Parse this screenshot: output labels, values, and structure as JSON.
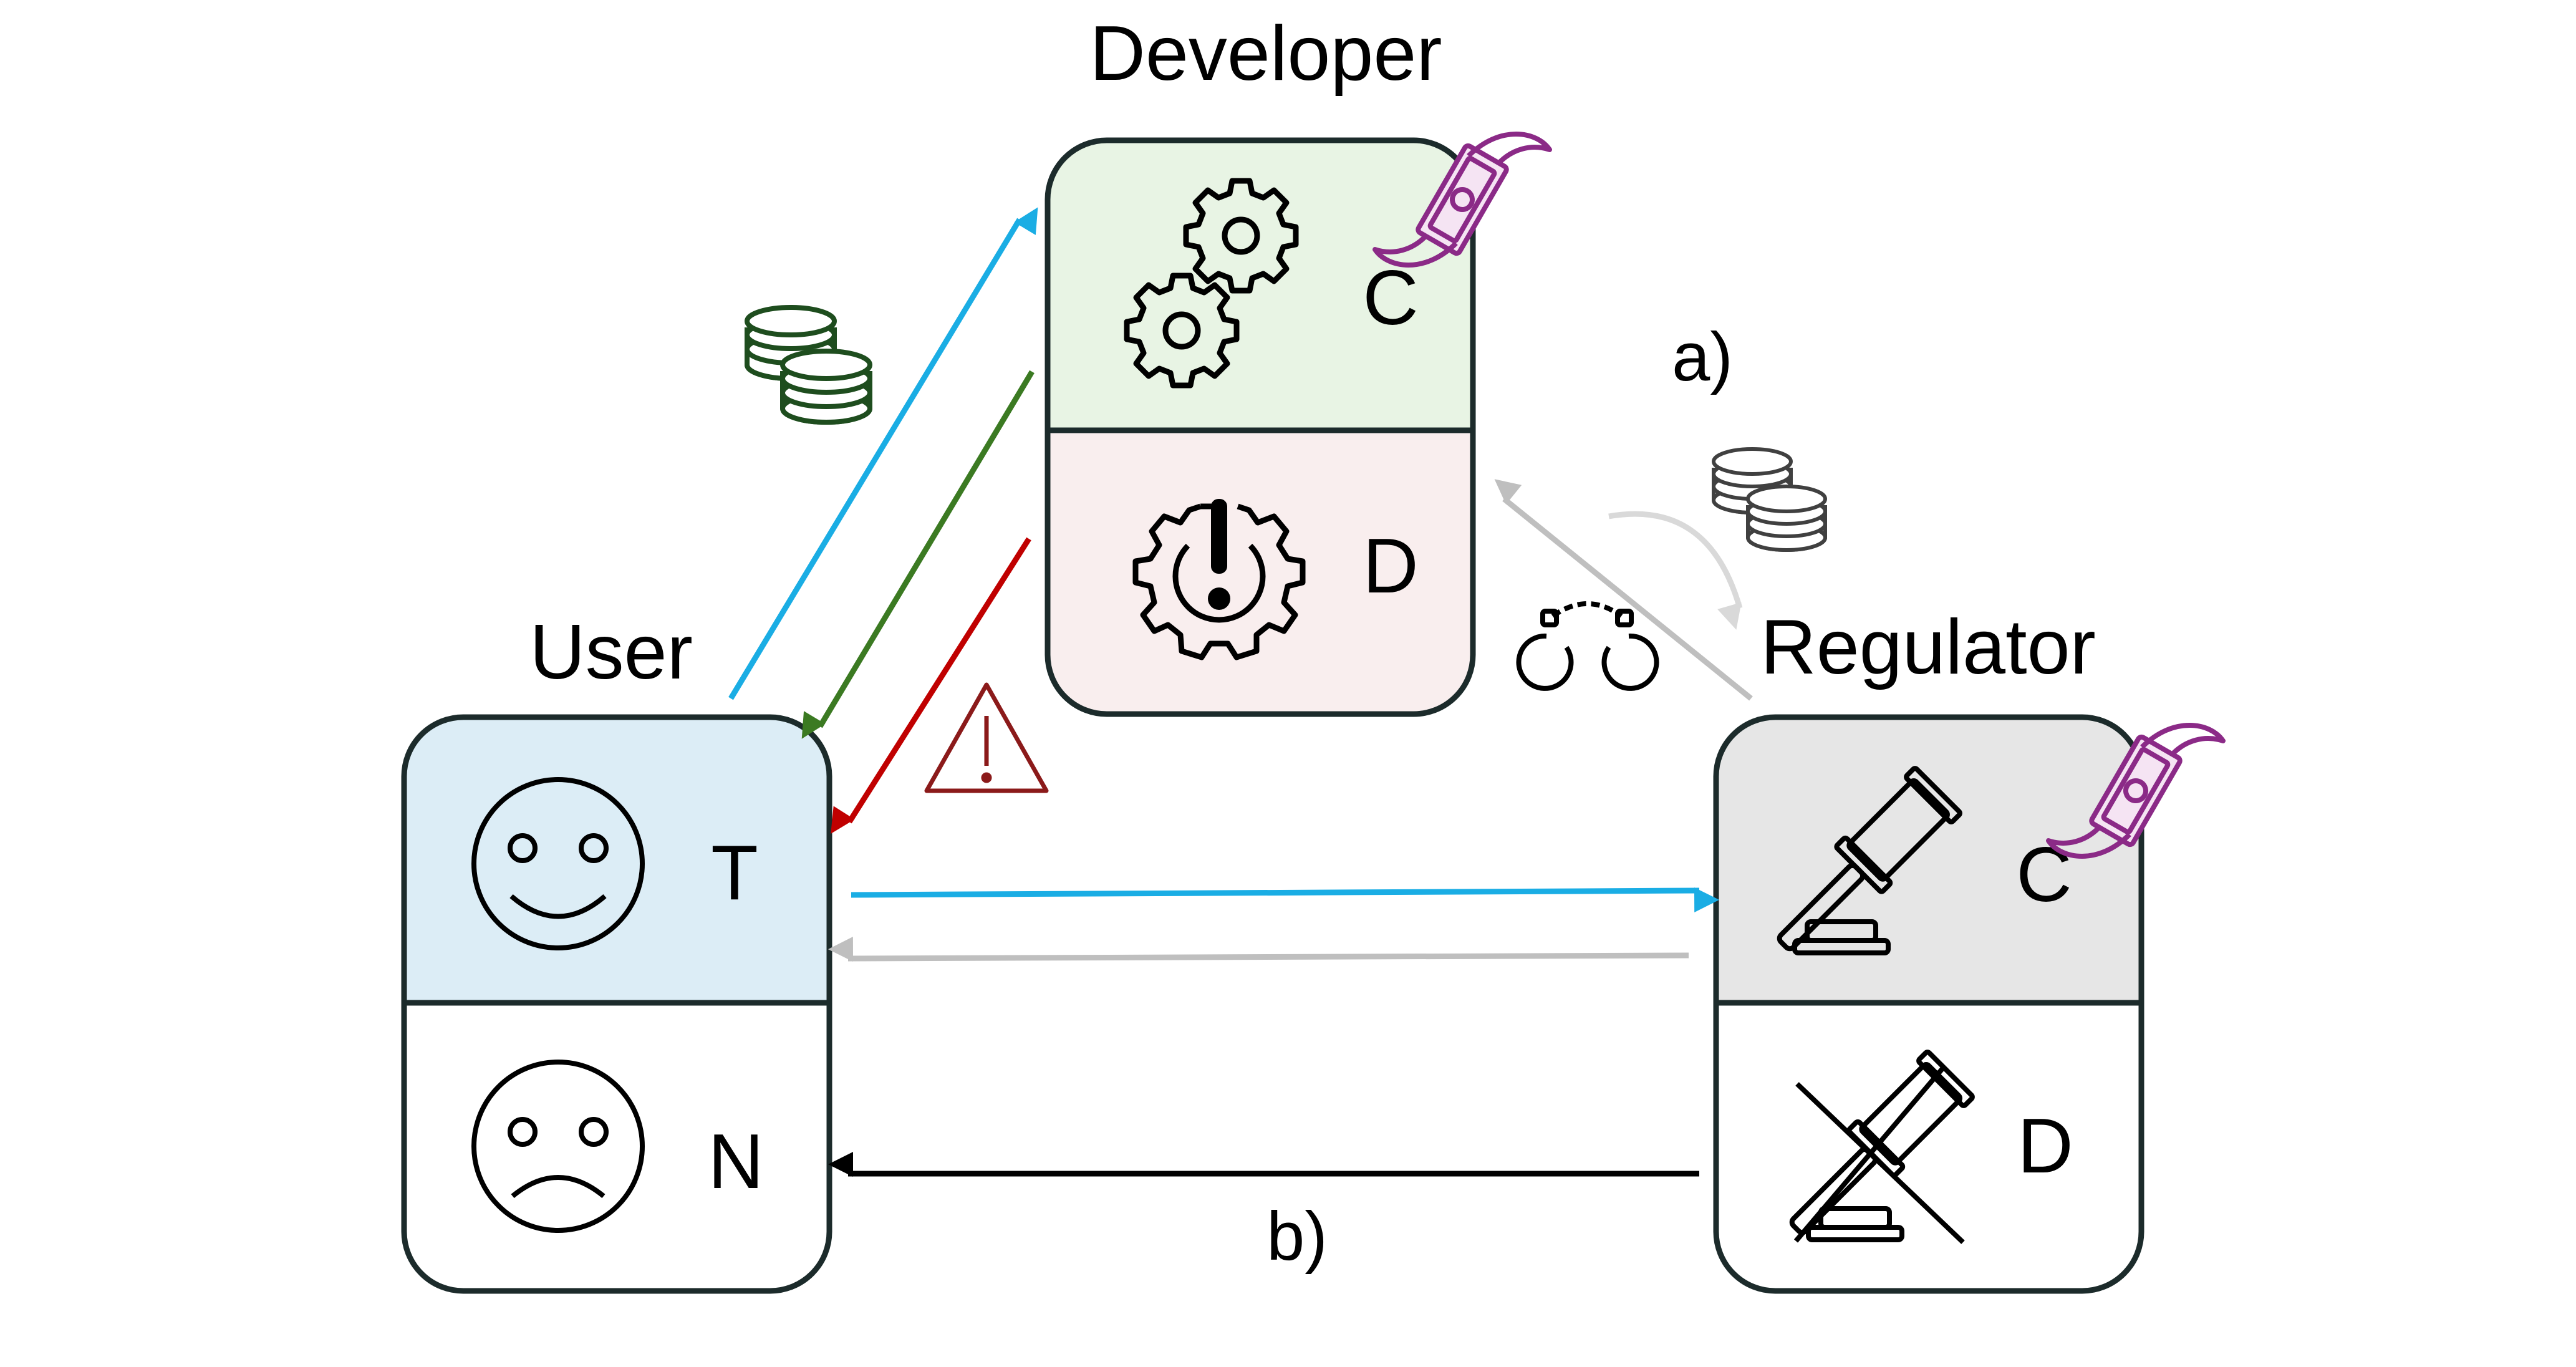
{
  "developer": {
    "title": "Developer",
    "strategies": [
      {
        "label": "C",
        "icon": "gears-icon"
      },
      {
        "label": "D",
        "icon": "faulty-gear-icon"
      }
    ],
    "badge": "flying-money-icon"
  },
  "user": {
    "title": "User",
    "strategies": [
      {
        "label": "T",
        "icon": "smiley-face-icon"
      },
      {
        "label": "N",
        "icon": "sad-face-icon"
      }
    ]
  },
  "regulator": {
    "title": "Regulator",
    "strategies": [
      {
        "label": "C",
        "icon": "gavel-icon"
      },
      {
        "label": "D",
        "icon": "crossed-gavel-icon"
      }
    ],
    "badge": "flying-money-icon"
  },
  "annotations": {
    "a": "a)",
    "b": "b)"
  },
  "colors": {
    "developer_c": "#e8f4e4",
    "developer_d": "#f9eeee",
    "user_t": "#dcedf6",
    "user_n": "#ffffff",
    "regulator_c": "#e6e6e6",
    "regulator_d": "#ffffff",
    "arrow_blue": "#1aade4",
    "arrow_green": "#3b7a22",
    "arrow_red": "#c00000",
    "arrow_gray": "#bfbfbf",
    "arrow_black": "#000000",
    "coins_green": "#1e4d1e",
    "warning_red": "#8b1a1a",
    "money_purple": "#8b2a87"
  },
  "arrows": [
    {
      "name": "arrow-user-to-developer",
      "color": "arrow_blue"
    },
    {
      "name": "arrow-developer-to-user-green",
      "color": "arrow_green"
    },
    {
      "name": "arrow-developer-to-user-red",
      "color": "arrow_red"
    },
    {
      "name": "arrow-regulator-to-developer",
      "color": "arrow_gray"
    },
    {
      "name": "arrow-user-to-regulator",
      "color": "arrow_blue"
    },
    {
      "name": "arrow-regulator-to-user-gray",
      "color": "arrow_gray"
    },
    {
      "name": "arrow-regulator-to-user-black",
      "color": "arrow_black"
    }
  ],
  "icons": [
    "coins-green-icon",
    "coins-gray-icon",
    "warning-icon",
    "handcuffs-icon"
  ]
}
